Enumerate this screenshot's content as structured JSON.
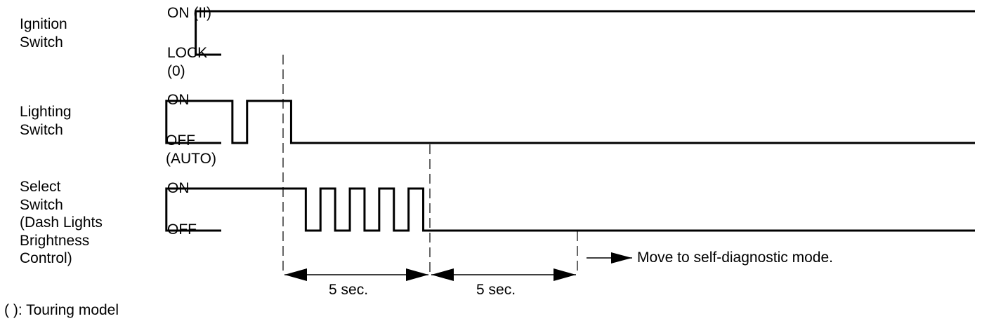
{
  "signals": [
    {
      "name": [
        "Ignition",
        "Switch"
      ],
      "high_label": [
        "ON (II)"
      ],
      "low_label": [
        "LOCK",
        "(0)"
      ],
      "waveform": [
        [
          0,
          "low"
        ],
        [
          0.4,
          "high"
        ]
      ]
    },
    {
      "name": [
        "Lighting",
        "Switch"
      ],
      "high_label": [
        "ON"
      ],
      "low_label": [
        "OFF",
        "(AUTO)"
      ],
      "waveform": [
        [
          0,
          "low"
        ],
        [
          0.2,
          "high"
        ],
        [
          0.65,
          "low"
        ],
        [
          0.75,
          "high"
        ],
        [
          1.05,
          "low"
        ]
      ]
    },
    {
      "name": [
        "Select",
        "Switch",
        "(Dash Lights",
        "Brightness",
        "Control)"
      ],
      "high_label": [
        "ON"
      ],
      "low_label": [
        "OFF"
      ],
      "waveform": [
        [
          0,
          "low"
        ],
        [
          0.2,
          "high"
        ],
        [
          1.15,
          "low"
        ],
        [
          1.25,
          "high"
        ],
        [
          1.35,
          "low"
        ],
        [
          1.45,
          "high"
        ],
        [
          1.55,
          "low"
        ],
        [
          1.65,
          "high"
        ],
        [
          1.75,
          "low"
        ],
        [
          1.85,
          "high"
        ],
        [
          1.95,
          "low"
        ]
      ]
    }
  ],
  "intervals": [
    {
      "label": "5 sec."
    },
    {
      "label": "5 sec."
    }
  ],
  "result_note": "Move to self-diagnostic mode.",
  "footnote": "( ): Touring model"
}
